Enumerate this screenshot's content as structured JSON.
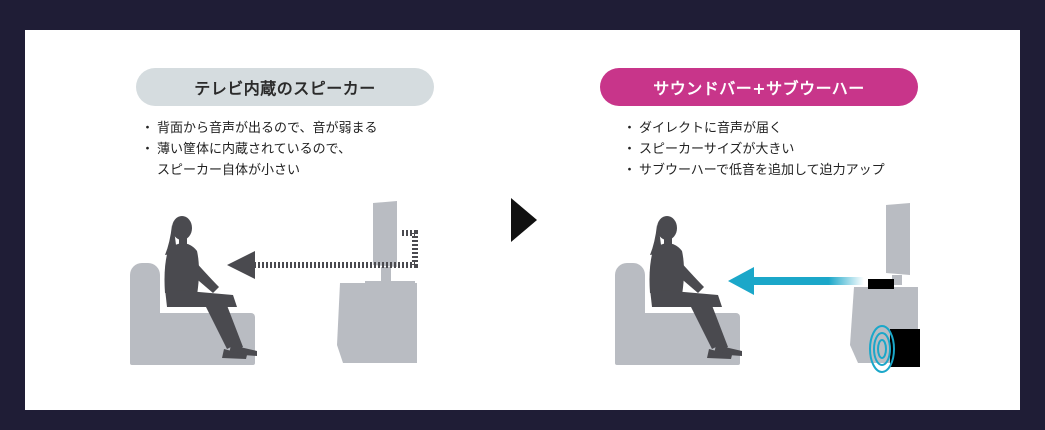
{
  "left": {
    "title": "テレビ内蔵のスピーカー",
    "bullets": [
      "背面から音声が出るので、音が弱まる",
      "薄い筐体に内蔵されているので、"
    ],
    "bullet_continuation": "スピーカー自体が小さい"
  },
  "right": {
    "title": "サウンドバー+サブウーハー",
    "bullets": [
      "ダイレクトに音声が届く",
      "スピーカーサイズが大きい",
      "サブウーハーで低音を追加して迫力アップ"
    ]
  },
  "colors": {
    "background": "#1f1d36",
    "panel": "#ffffff",
    "left_pill": "#d5dcdf",
    "right_pill": "#c8358a",
    "sound_arrow": "#1ba7c9",
    "figure": "#4a4a4f",
    "furniture": "#b9bcc2"
  },
  "icons": {
    "transition": "triangle-right-icon",
    "sound_left": "dotted-arrow-icon",
    "sound_right": "solid-arrow-icon",
    "subwoofer_waves": "sound-wave-icon"
  }
}
